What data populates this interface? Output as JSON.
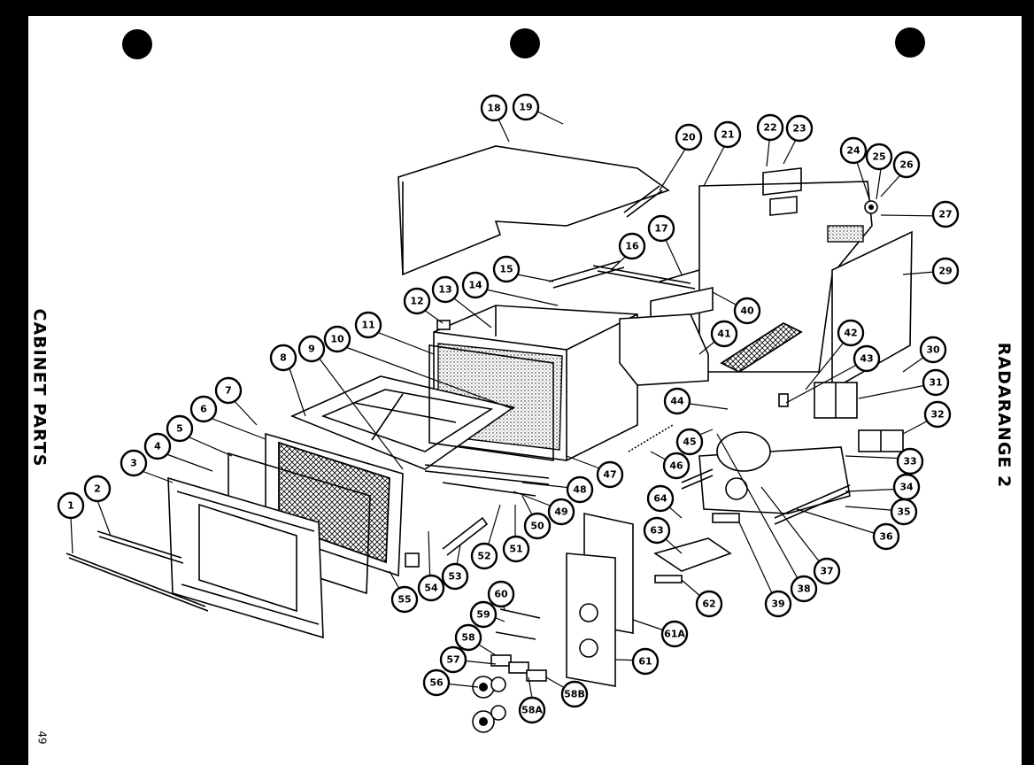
{
  "page": {
    "left_title": "CABINET PARTS",
    "right_title": "RADARANGE 2",
    "page_number": "49"
  },
  "callouts": [
    "1",
    "2",
    "3",
    "4",
    "5",
    "6",
    "7",
    "8",
    "9",
    "10",
    "11",
    "12",
    "13",
    "14",
    "15",
    "16",
    "17",
    "18",
    "19",
    "20",
    "21",
    "22",
    "23",
    "24",
    "25",
    "26",
    "27",
    "29",
    "30",
    "31",
    "32",
    "33",
    "34",
    "35",
    "36",
    "37",
    "38",
    "39",
    "40",
    "41",
    "42",
    "43",
    "44",
    "45",
    "46",
    "47",
    "48",
    "49",
    "50",
    "51",
    "52",
    "53",
    "54",
    "55",
    "56",
    "57",
    "58",
    "58A",
    "58B",
    "59",
    "60",
    "61",
    "61A",
    "62",
    "63",
    "64"
  ]
}
